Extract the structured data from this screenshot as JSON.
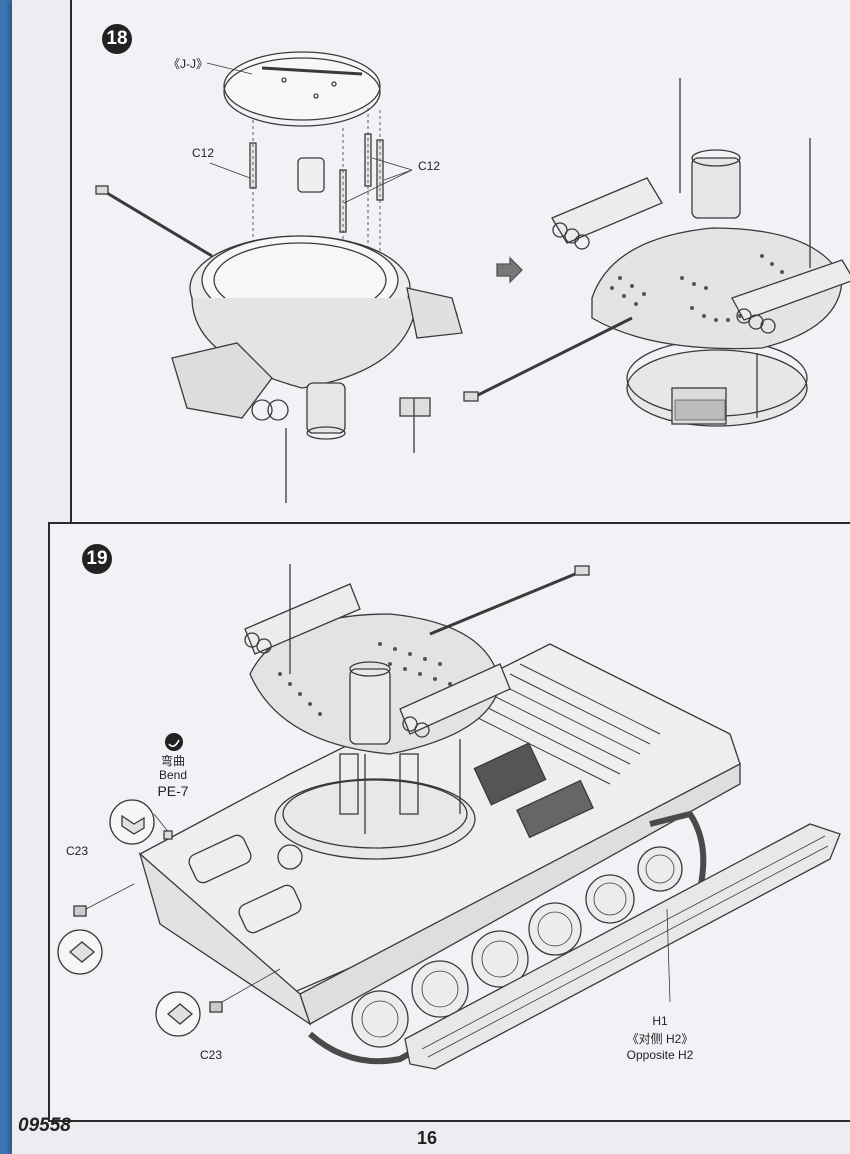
{
  "step18": {
    "number": "18",
    "label_jj": "《J-J》",
    "label_c12_left": "C12",
    "label_c12_right": "C12"
  },
  "step19": {
    "number": "19",
    "bend_cn": "弯曲",
    "bend_en": "Bend",
    "part_pe7": "PE-7",
    "label_c23_top": "C23",
    "label_c23_bottom": "C23",
    "label_h1": "H1",
    "label_h2_cn": "《对侧 H2》",
    "label_h2_en": "Opposite H2"
  },
  "footer": {
    "kit_number": "09558",
    "page_number": "16"
  }
}
